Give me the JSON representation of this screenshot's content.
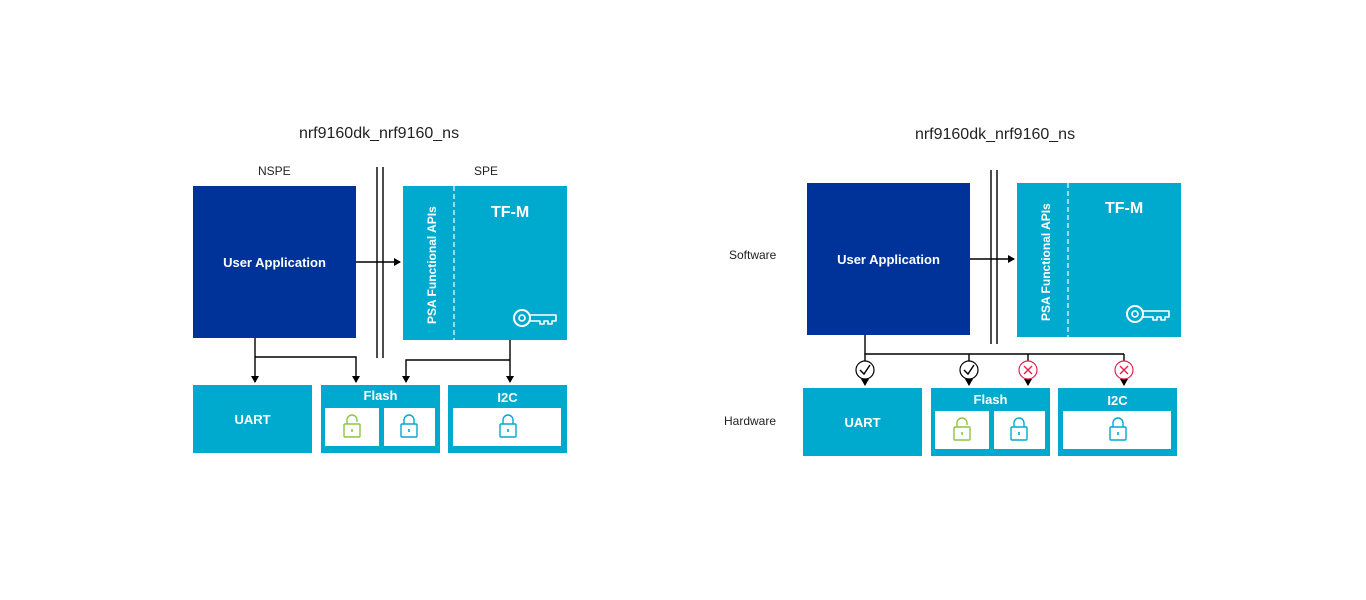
{
  "left": {
    "title": "nrf9160dk_nrf9160_ns",
    "nspe_label": "NSPE",
    "spe_label": "SPE",
    "user_app": "User Application",
    "psa": "PSA Functional APIs",
    "tfm": "TF-M",
    "uart": "UART",
    "flash": "Flash",
    "i2c": "I2C"
  },
  "right": {
    "title": "nrf9160dk_nrf9160_ns",
    "software_label": "Software",
    "hardware_label": "Hardware",
    "user_app": "User Application",
    "psa": "PSA Functional APIs",
    "tfm": "TF-M",
    "uart": "UART",
    "flash": "Flash",
    "i2c": "I2C"
  },
  "colors": {
    "app_blue": "#00339a",
    "spe_cyan": "#00a9ce",
    "unlock_green": "#8dc63f",
    "lock_cyan": "#00a9ce",
    "deny_red": "#e5214e"
  },
  "icons": [
    "key-icon",
    "unlock-icon",
    "lock-icon",
    "check-icon",
    "cross-icon"
  ]
}
